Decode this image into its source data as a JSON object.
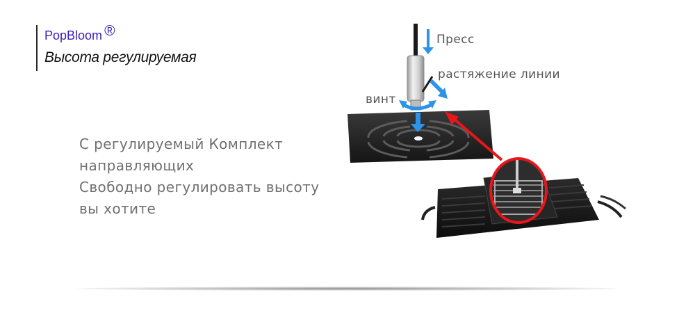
{
  "brand": {
    "name": "PopBloom",
    "registered_mark": "®",
    "tagline": "Высота регулируемая"
  },
  "description": {
    "lines": [
      "С регулируемый Комплект",
      "направляющих",
      "Свободно регулировать высоту",
      "вы хотите"
    ]
  },
  "illustration": {
    "label_press": "Пресс",
    "label_line_stretch": "растяжение линии",
    "label_screw": "винт"
  },
  "colors": {
    "brand": "#3a1fb3",
    "arrow_blue": "#2c93e8",
    "highlight_red": "#e8151b",
    "description_text": "#6f6f6f"
  }
}
